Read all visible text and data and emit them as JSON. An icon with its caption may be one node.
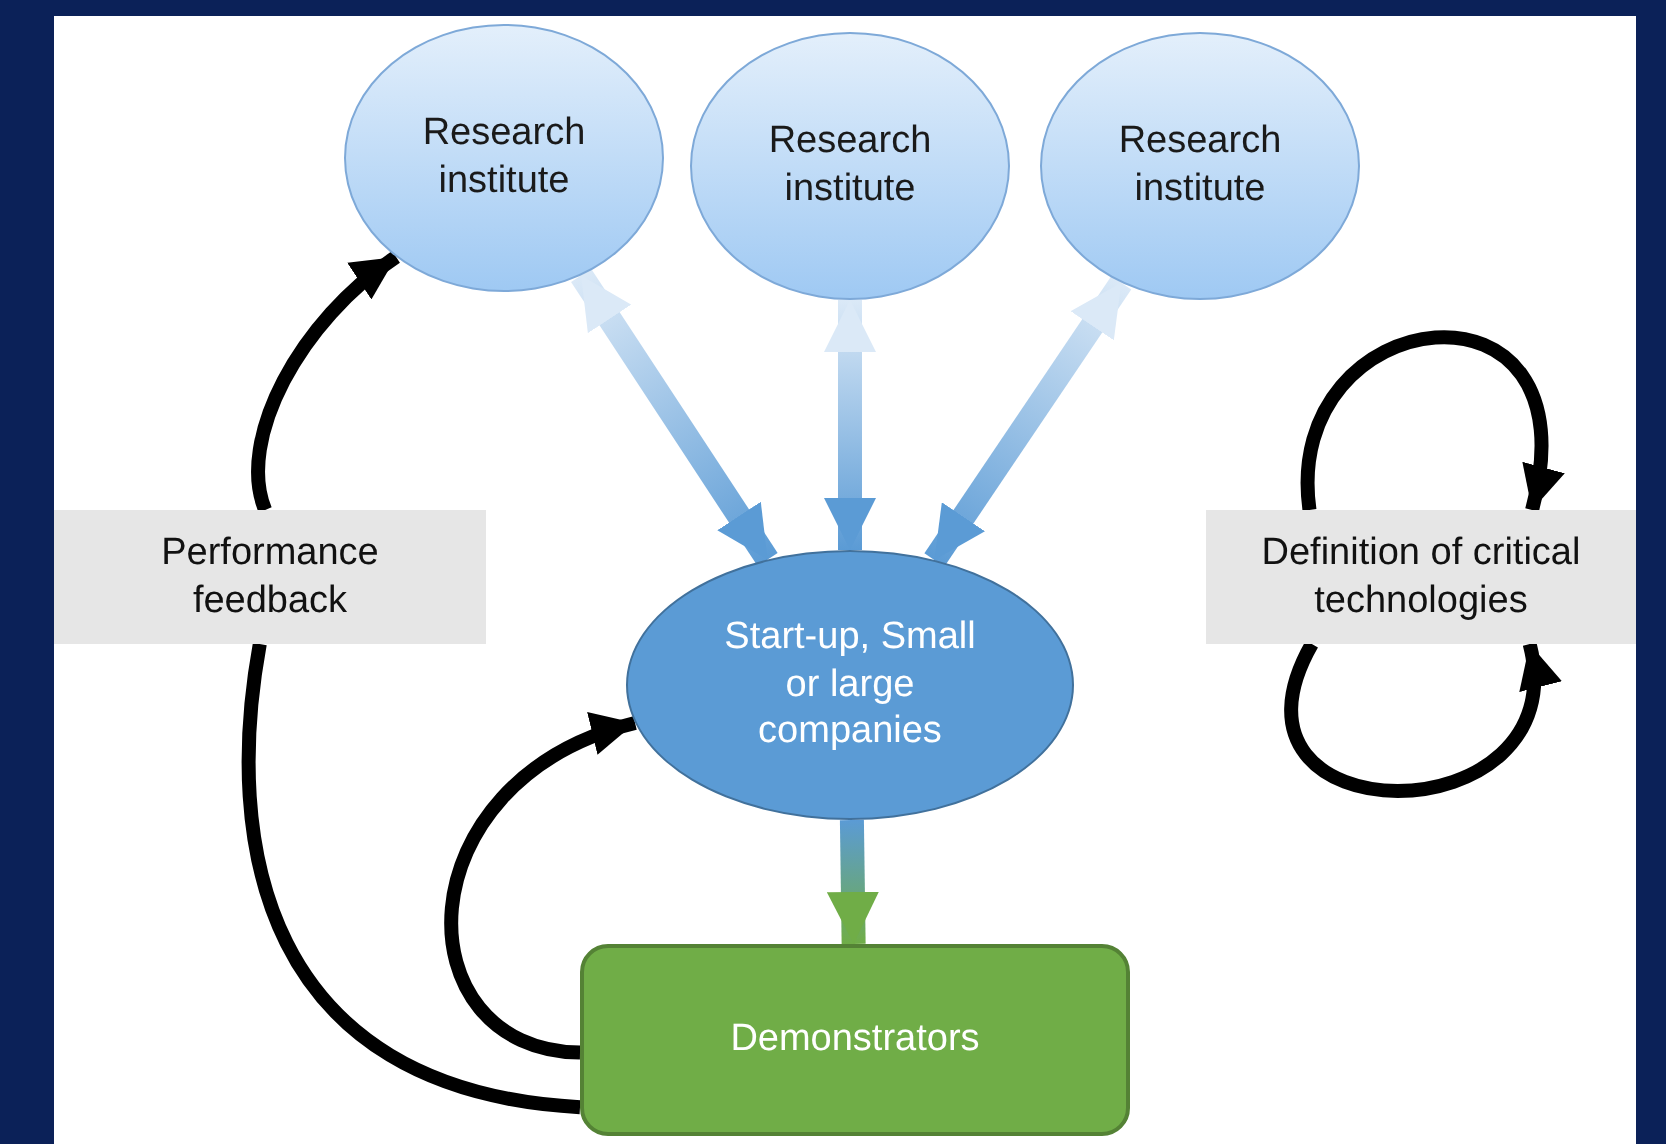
{
  "diagram": {
    "nodes": [
      {
        "text": [
          "Research institute"
        ]
      },
      {
        "text": [
          "Research institute"
        ]
      },
      {
        "text": [
          "Research institute"
        ]
      },
      {
        "text": [
          "Start-up, Small or large companies"
        ]
      },
      {
        "text": [
          "Demonstrators"
        ]
      },
      {
        "text": [
          "Performance feedback"
        ]
      },
      {
        "text": [
          "Definition of critical technologies"
        ]
      }
    ],
    "edges": [
      {
        "from": 0,
        "to": 3,
        "arrow": "both"
      },
      {
        "from": 1,
        "to": 3,
        "arrow": "both"
      },
      {
        "from": 2,
        "to": 3,
        "arrow": "both"
      },
      {
        "from": 3,
        "to": 4,
        "arrow": "to"
      },
      {
        "from": 4,
        "to": 3,
        "arrow": "to",
        "color": "#000000"
      },
      {
        "from": 4,
        "to": 5,
        "arrow": "none",
        "color": "#000000"
      },
      {
        "from": 5,
        "to": 0,
        "arrow": "to",
        "color": "#000000"
      },
      {
        "from": 6,
        "to": 6,
        "arrow": "to",
        "color": "#000000"
      },
      {
        "from": 6,
        "to": 6,
        "arrow": "to",
        "color": "#000000"
      }
    ]
  }
}
